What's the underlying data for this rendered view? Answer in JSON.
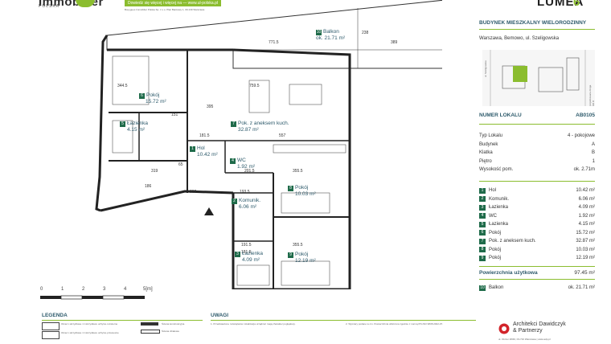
{
  "header": {
    "brand": "Immobilier",
    "brand_sub": "POLSKA",
    "cta": "Dowiedz się więcej i więcej na — www.ul-polska.pl",
    "cta_sub": "Bouygues Immobilier Polska Sp. z o.o. Plac Bankowy 1, 00-139 Warszawa",
    "project": "LUMEA",
    "project_num": "6"
  },
  "building": {
    "type": "BUDYNEK MIESZKALNY WIELORODZINNY",
    "location": "Warszawa, Bemowo, ul. Szeligowska",
    "street1": "ul. Szeligowska",
    "street2": "projektowana droga KD D"
  },
  "unit": {
    "number_label": "NUMER LOKALU",
    "number_value": "AB0105",
    "details": [
      {
        "label": "Typ Lokalu",
        "value": "4 - pokojowe"
      },
      {
        "label": "Budynek",
        "value": "A"
      },
      {
        "label": "Klatka",
        "value": "B"
      },
      {
        "label": "Piętro",
        "value": "1"
      },
      {
        "label": "Wysokość pom.",
        "value": "ok. 2.71m"
      }
    ],
    "rooms": [
      {
        "n": "1",
        "name": "Hol",
        "area": "10.42 m²"
      },
      {
        "n": "2",
        "name": "Komunik.",
        "area": "6.06 m²"
      },
      {
        "n": "3",
        "name": "Łazienka",
        "area": "4.09 m²"
      },
      {
        "n": "4",
        "name": "WC",
        "area": "1.92 m²"
      },
      {
        "n": "5",
        "name": "Łazienka",
        "area": "4.15 m²"
      },
      {
        "n": "6",
        "name": "Pokój",
        "area": "15.72 m²"
      },
      {
        "n": "7",
        "name": "Pok. z aneksem kuch.",
        "area": "32.87 m²"
      },
      {
        "n": "8",
        "name": "Pokój",
        "area": "10.03 m²"
      },
      {
        "n": "9",
        "name": "Pokój",
        "area": "12.19 m²"
      }
    ],
    "total_label": "Powierzchnia użytkowa",
    "total_value": "97.45 m²",
    "balcony": {
      "n": "10",
      "name": "Balkon",
      "area": "ok. 21.71 m²"
    }
  },
  "plan_labels": {
    "r1": {
      "n": "1",
      "name": "Hol",
      "area": "10.42 m²"
    },
    "r2": {
      "n": "2",
      "name": "Komunik.",
      "area": "6.06 m²"
    },
    "r3": {
      "n": "3",
      "name": "Łazienka",
      "area": "4.09 m²"
    },
    "r4": {
      "n": "4",
      "name": "WC",
      "area": "1.92 m²"
    },
    "r5": {
      "n": "5",
      "name": "Łazienka",
      "area": "4.15 m²"
    },
    "r6": {
      "n": "6",
      "name": "Pokój",
      "area": "15.72 m²"
    },
    "r7": {
      "n": "7",
      "name": "Pok. z aneksem kuch.",
      "area": "32.87 m²"
    },
    "r8": {
      "n": "8",
      "name": "Pokój",
      "area": "10.03 m²"
    },
    "r9": {
      "n": "9",
      "name": "Pokój",
      "area": "12.19 m²"
    },
    "r10": {
      "n": "10",
      "name": "Balkon",
      "area": "ok. 21.71 m²"
    }
  },
  "dimensions": [
    "771.5",
    "389",
    "238",
    "344.5",
    "759.5",
    "395",
    "181.5",
    "557",
    "151",
    "65",
    "319",
    "201.5",
    "355.5",
    "332",
    "193.5",
    "355.5",
    "191.5",
    "181.5",
    "186"
  ],
  "scale": {
    "ticks": [
      "0",
      "1",
      "2",
      "3",
      "4",
      "5[m]"
    ]
  },
  "legend": {
    "title": "LEGENDA",
    "items": [
      "Okna 1 skrzydłowe i 2 skrzydłowe uchylno-rozwierne",
      "Okna 1 skrzydłowe i 2 skrzydłowe uchylno-przesuwne",
      "Ściana konstrukcyjna",
      "Ściana działowa"
    ]
  },
  "notes": {
    "title": "UWAGI",
    "text1": "1. Przedstawione rozwiązania i lokalizacja urządzeń mają charakter poglądowy.",
    "text2": "2. Wymiary podane w cm. Powierzchnia obliczona zgodnie z normą PN-ISO 9836:2022-07."
  },
  "architect": {
    "name1": "Architekci Dawidczyk",
    "name2": "& Partnerzy",
    "address": "ul. Okrzei 18/40, 03-710 Warszawa | www.adp.pl"
  }
}
